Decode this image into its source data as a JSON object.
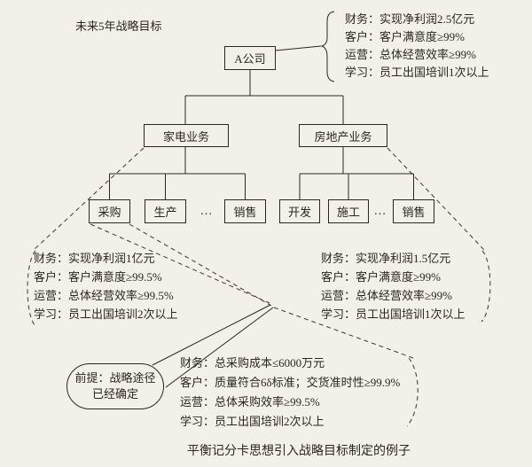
{
  "header": {
    "top_label": "未来5年战略目标"
  },
  "caption": "平衡记分卡思想引入战略目标制定的例子",
  "tree": {
    "root": "A公司",
    "branch_left": "家电业务",
    "branch_right": "房地产业务",
    "left_children": [
      "采购",
      "生产",
      "销售"
    ],
    "right_children": [
      "开发",
      "施工",
      "销售"
    ],
    "ellipsis": "…"
  },
  "goals": {
    "company": [
      "财务：实现净利润2.5亿元",
      "客户：客户满意度≥99%",
      "运营：总体经营效率≥99%",
      "学习：员工出国培训1次以上"
    ],
    "appliance": [
      "财务：实现净利润1亿元",
      "客户：客户满意度≥99.5%",
      "运营：总体经营效率≥99.5%",
      "学习：员工出国培训2次以上"
    ],
    "realestate": [
      "财务：实现净利润1.5亿元",
      "客户：客户满意度≥99%",
      "运营：总体经营效率≥99%",
      "学习：员工出国培训1次以上"
    ],
    "procurement": [
      "财务：总采购成本≤6000万元",
      "客户：质量符合6δ标准；交货准时性≥99.9%",
      "运营：总体采购效率≥99.5%",
      "学习：员工出国培训2次以上"
    ]
  },
  "premise": {
    "line1": "前提：战略途径",
    "line2": "已经确定"
  }
}
